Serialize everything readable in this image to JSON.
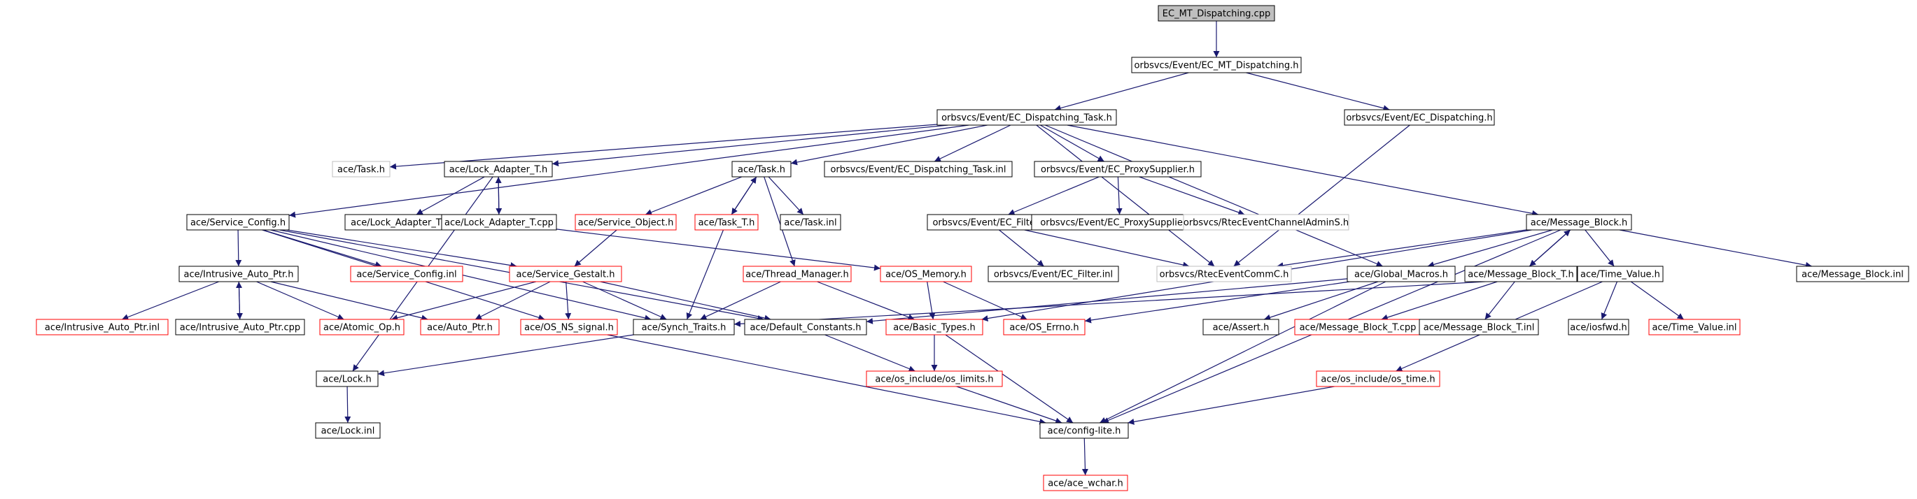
{
  "colors": {
    "edge": "#191970",
    "normal_border": "#000000",
    "truncated_border": "#ff0000",
    "external_border": "#bfbfbf",
    "root_fill": "#bfbfbf",
    "background": "#ffffff"
  },
  "nodes": [
    {
      "id": "root",
      "label": "EC_MT_Dispatching.cpp",
      "kind": "root"
    },
    {
      "id": "mt_h",
      "label": "orbsvcs/Event/EC_MT_Dispatching.h",
      "kind": "normal"
    },
    {
      "id": "dtask_h",
      "label": "orbsvcs/Event/EC_Dispatching_Task.h",
      "kind": "normal"
    },
    {
      "id": "disp_h",
      "label": "orbsvcs/Event/EC_Dispatching.h",
      "kind": "normal"
    },
    {
      "id": "acetask_ext",
      "label": "ace/Task.h",
      "kind": "external"
    },
    {
      "id": "lockadapter_h",
      "label": "ace/Lock_Adapter_T.h",
      "kind": "normal"
    },
    {
      "id": "task_h",
      "label": "ace/Task.h",
      "kind": "normal"
    },
    {
      "id": "dtask_inl",
      "label": "orbsvcs/Event/EC_Dispatching_Task.inl",
      "kind": "normal"
    },
    {
      "id": "proxysup_h",
      "label": "orbsvcs/Event/EC_ProxySupplier.h",
      "kind": "normal"
    },
    {
      "id": "svccfg_h",
      "label": "ace/Service_Config.h",
      "kind": "normal"
    },
    {
      "id": "lockadapter_inl",
      "label": "ace/Lock_Adapter_T.inl",
      "kind": "normal"
    },
    {
      "id": "lockadapter_cpp",
      "label": "ace/Lock_Adapter_T.cpp",
      "kind": "normal"
    },
    {
      "id": "svcobj_h",
      "label": "ace/Service_Object.h",
      "kind": "truncated"
    },
    {
      "id": "taskt_h",
      "label": "ace/Task_T.h",
      "kind": "truncated"
    },
    {
      "id": "task_inl",
      "label": "ace/Task.inl",
      "kind": "normal"
    },
    {
      "id": "filter_h",
      "label": "orbsvcs/Event/EC_Filter.h",
      "kind": "normal"
    },
    {
      "id": "proxysup_inl",
      "label": "orbsvcs/Event/EC_ProxySupplier.inl",
      "kind": "normal"
    },
    {
      "id": "rtecadmin_h",
      "label": "orbsvcs/RtecEventChannelAdminS.h",
      "kind": "external"
    },
    {
      "id": "msgblock_h",
      "label": "ace/Message_Block.h",
      "kind": "normal"
    },
    {
      "id": "iap_h",
      "label": "ace/Intrusive_Auto_Ptr.h",
      "kind": "normal"
    },
    {
      "id": "svccfg_inl",
      "label": "ace/Service_Config.inl",
      "kind": "truncated"
    },
    {
      "id": "svcgestalt_h",
      "label": "ace/Service_Gestalt.h",
      "kind": "truncated"
    },
    {
      "id": "threadmgr_h",
      "label": "ace/Thread_Manager.h",
      "kind": "truncated"
    },
    {
      "id": "osmemory_h",
      "label": "ace/OS_Memory.h",
      "kind": "truncated"
    },
    {
      "id": "filter_inl",
      "label": "orbsvcs/Event/EC_Filter.inl",
      "kind": "normal"
    },
    {
      "id": "rteccomm_h",
      "label": "orbsvcs/RtecEventCommC.h",
      "kind": "external"
    },
    {
      "id": "globalmacros_h",
      "label": "ace/Global_Macros.h",
      "kind": "normal"
    },
    {
      "id": "msgblockt_h",
      "label": "ace/Message_Block_T.h",
      "kind": "normal"
    },
    {
      "id": "timevalue_h",
      "label": "ace/Time_Value.h",
      "kind": "normal"
    },
    {
      "id": "msgblock_inl",
      "label": "ace/Message_Block.inl",
      "kind": "normal"
    },
    {
      "id": "iap_inl",
      "label": "ace/Intrusive_Auto_Ptr.inl",
      "kind": "truncated"
    },
    {
      "id": "iap_cpp",
      "label": "ace/Intrusive_Auto_Ptr.cpp",
      "kind": "normal"
    },
    {
      "id": "atomicop_h",
      "label": "ace/Atomic_Op.h",
      "kind": "truncated"
    },
    {
      "id": "autoptr_h",
      "label": "ace/Auto_Ptr.h",
      "kind": "truncated"
    },
    {
      "id": "osnssignal_h",
      "label": "ace/OS_NS_signal.h",
      "kind": "truncated"
    },
    {
      "id": "synchtraits_h",
      "label": "ace/Synch_Traits.h",
      "kind": "normal"
    },
    {
      "id": "defconst_h",
      "label": "ace/Default_Constants.h",
      "kind": "normal"
    },
    {
      "id": "basictypes_h",
      "label": "ace/Basic_Types.h",
      "kind": "truncated"
    },
    {
      "id": "oserrno_h",
      "label": "ace/OS_Errno.h",
      "kind": "truncated"
    },
    {
      "id": "assert_h",
      "label": "ace/Assert.h",
      "kind": "normal"
    },
    {
      "id": "msgblockt_cpp",
      "label": "ace/Message_Block_T.cpp",
      "kind": "truncated"
    },
    {
      "id": "msgblockt_inl",
      "label": "ace/Message_Block_T.inl",
      "kind": "normal"
    },
    {
      "id": "iosfwd_h",
      "label": "ace/iosfwd.h",
      "kind": "normal"
    },
    {
      "id": "timevalue_inl",
      "label": "ace/Time_Value.inl",
      "kind": "truncated"
    },
    {
      "id": "lock_h",
      "label": "ace/Lock.h",
      "kind": "normal"
    },
    {
      "id": "oslimits_h",
      "label": "ace/os_include/os_limits.h",
      "kind": "truncated"
    },
    {
      "id": "ostime_h",
      "label": "ace/os_include/os_time.h",
      "kind": "truncated"
    },
    {
      "id": "lock_inl",
      "label": "ace/Lock.inl",
      "kind": "normal"
    },
    {
      "id": "configlite_h",
      "label": "ace/config-lite.h",
      "kind": "normal"
    },
    {
      "id": "acewchar_h",
      "label": "ace/ace_wchar.h",
      "kind": "truncated"
    }
  ],
  "edges": [
    [
      "root",
      "mt_h"
    ],
    [
      "mt_h",
      "dtask_h"
    ],
    [
      "mt_h",
      "disp_h"
    ],
    [
      "dtask_h",
      "acetask_ext"
    ],
    [
      "dtask_h",
      "lockadapter_h"
    ],
    [
      "dtask_h",
      "task_h"
    ],
    [
      "dtask_h",
      "dtask_inl"
    ],
    [
      "dtask_h",
      "proxysup_h"
    ],
    [
      "dtask_h",
      "svccfg_h"
    ],
    [
      "dtask_h",
      "msgblock_h"
    ],
    [
      "dtask_h",
      "rteccomm_h"
    ],
    [
      "dtask_h",
      "globalmacros_h"
    ],
    [
      "disp_h",
      "rteccomm_h"
    ],
    [
      "lockadapter_h",
      "lockadapter_inl"
    ],
    [
      "lockadapter_h",
      "lockadapter_cpp"
    ],
    [
      "lockadapter_cpp",
      "lockadapter_h"
    ],
    [
      "lockadapter_h",
      "lock_h"
    ],
    [
      "task_h",
      "svcobj_h"
    ],
    [
      "task_h",
      "taskt_h"
    ],
    [
      "taskt_h",
      "task_h"
    ],
    [
      "task_h",
      "task_inl"
    ],
    [
      "task_h",
      "threadmgr_h"
    ],
    [
      "proxysup_h",
      "filter_h"
    ],
    [
      "proxysup_h",
      "proxysup_inl"
    ],
    [
      "proxysup_h",
      "rtecadmin_h"
    ],
    [
      "filter_h",
      "filter_inl"
    ],
    [
      "filter_h",
      "rteccomm_h"
    ],
    [
      "svccfg_h",
      "iap_h"
    ],
    [
      "svccfg_h",
      "svccfg_inl"
    ],
    [
      "svccfg_h",
      "svcgestalt_h"
    ],
    [
      "svccfg_h",
      "osnssignal_h"
    ],
    [
      "svccfg_h",
      "synchtraits_h"
    ],
    [
      "svccfg_h",
      "defconst_h"
    ],
    [
      "svcobj_h",
      "svcgestalt_h"
    ],
    [
      "taskt_h",
      "synchtraits_h"
    ],
    [
      "threadmgr_h",
      "synchtraits_h"
    ],
    [
      "threadmgr_h",
      "basictypes_h"
    ],
    [
      "lockadapter_cpp",
      "osmemory_h"
    ],
    [
      "msgblock_h",
      "rteccomm_h"
    ],
    [
      "msgblock_h",
      "globalmacros_h"
    ],
    [
      "msgblock_h",
      "msgblockt_h"
    ],
    [
      "msgblockt_h",
      "msgblock_h"
    ],
    [
      "msgblock_h",
      "timevalue_h"
    ],
    [
      "msgblock_h",
      "msgblock_inl"
    ],
    [
      "msgblock_h",
      "configlite_h"
    ],
    [
      "msgblock_h",
      "basictypes_h"
    ],
    [
      "iap_h",
      "iap_inl"
    ],
    [
      "iap_h",
      "iap_cpp"
    ],
    [
      "iap_cpp",
      "iap_h"
    ],
    [
      "iap_h",
      "atomicop_h"
    ],
    [
      "iap_h",
      "autoptr_h"
    ],
    [
      "svcgestalt_h",
      "atomicop_h"
    ],
    [
      "svcgestalt_h",
      "autoptr_h"
    ],
    [
      "svcgestalt_h",
      "osnssignal_h"
    ],
    [
      "svcgestalt_h",
      "synchtraits_h"
    ],
    [
      "svcgestalt_h",
      "defconst_h"
    ],
    [
      "osmemory_h",
      "basictypes_h"
    ],
    [
      "osmemory_h",
      "oserrno_h"
    ],
    [
      "globalmacros_h",
      "assert_h"
    ],
    [
      "globalmacros_h",
      "oserrno_h"
    ],
    [
      "globalmacros_h",
      "configlite_h"
    ],
    [
      "globalmacros_h",
      "defconst_h"
    ],
    [
      "msgblockt_h",
      "msgblockt_cpp"
    ],
    [
      "msgblockt_h",
      "msgblockt_inl"
    ],
    [
      "timevalue_h",
      "iosfwd_h"
    ],
    [
      "timevalue_h",
      "timevalue_inl"
    ],
    [
      "timevalue_h",
      "ostime_h"
    ],
    [
      "timevalue_h",
      "synchtraits_h"
    ],
    [
      "synchtraits_h",
      "lock_h"
    ],
    [
      "defconst_h",
      "oslimits_h"
    ],
    [
      "basictypes_h",
      "oslimits_h"
    ],
    [
      "basictypes_h",
      "configlite_h"
    ],
    [
      "osnssignal_h",
      "configlite_h"
    ],
    [
      "lock_h",
      "lock_inl"
    ],
    [
      "oslimits_h",
      "configlite_h"
    ],
    [
      "ostime_h",
      "configlite_h"
    ],
    [
      "configlite_h",
      "acewchar_h"
    ]
  ]
}
